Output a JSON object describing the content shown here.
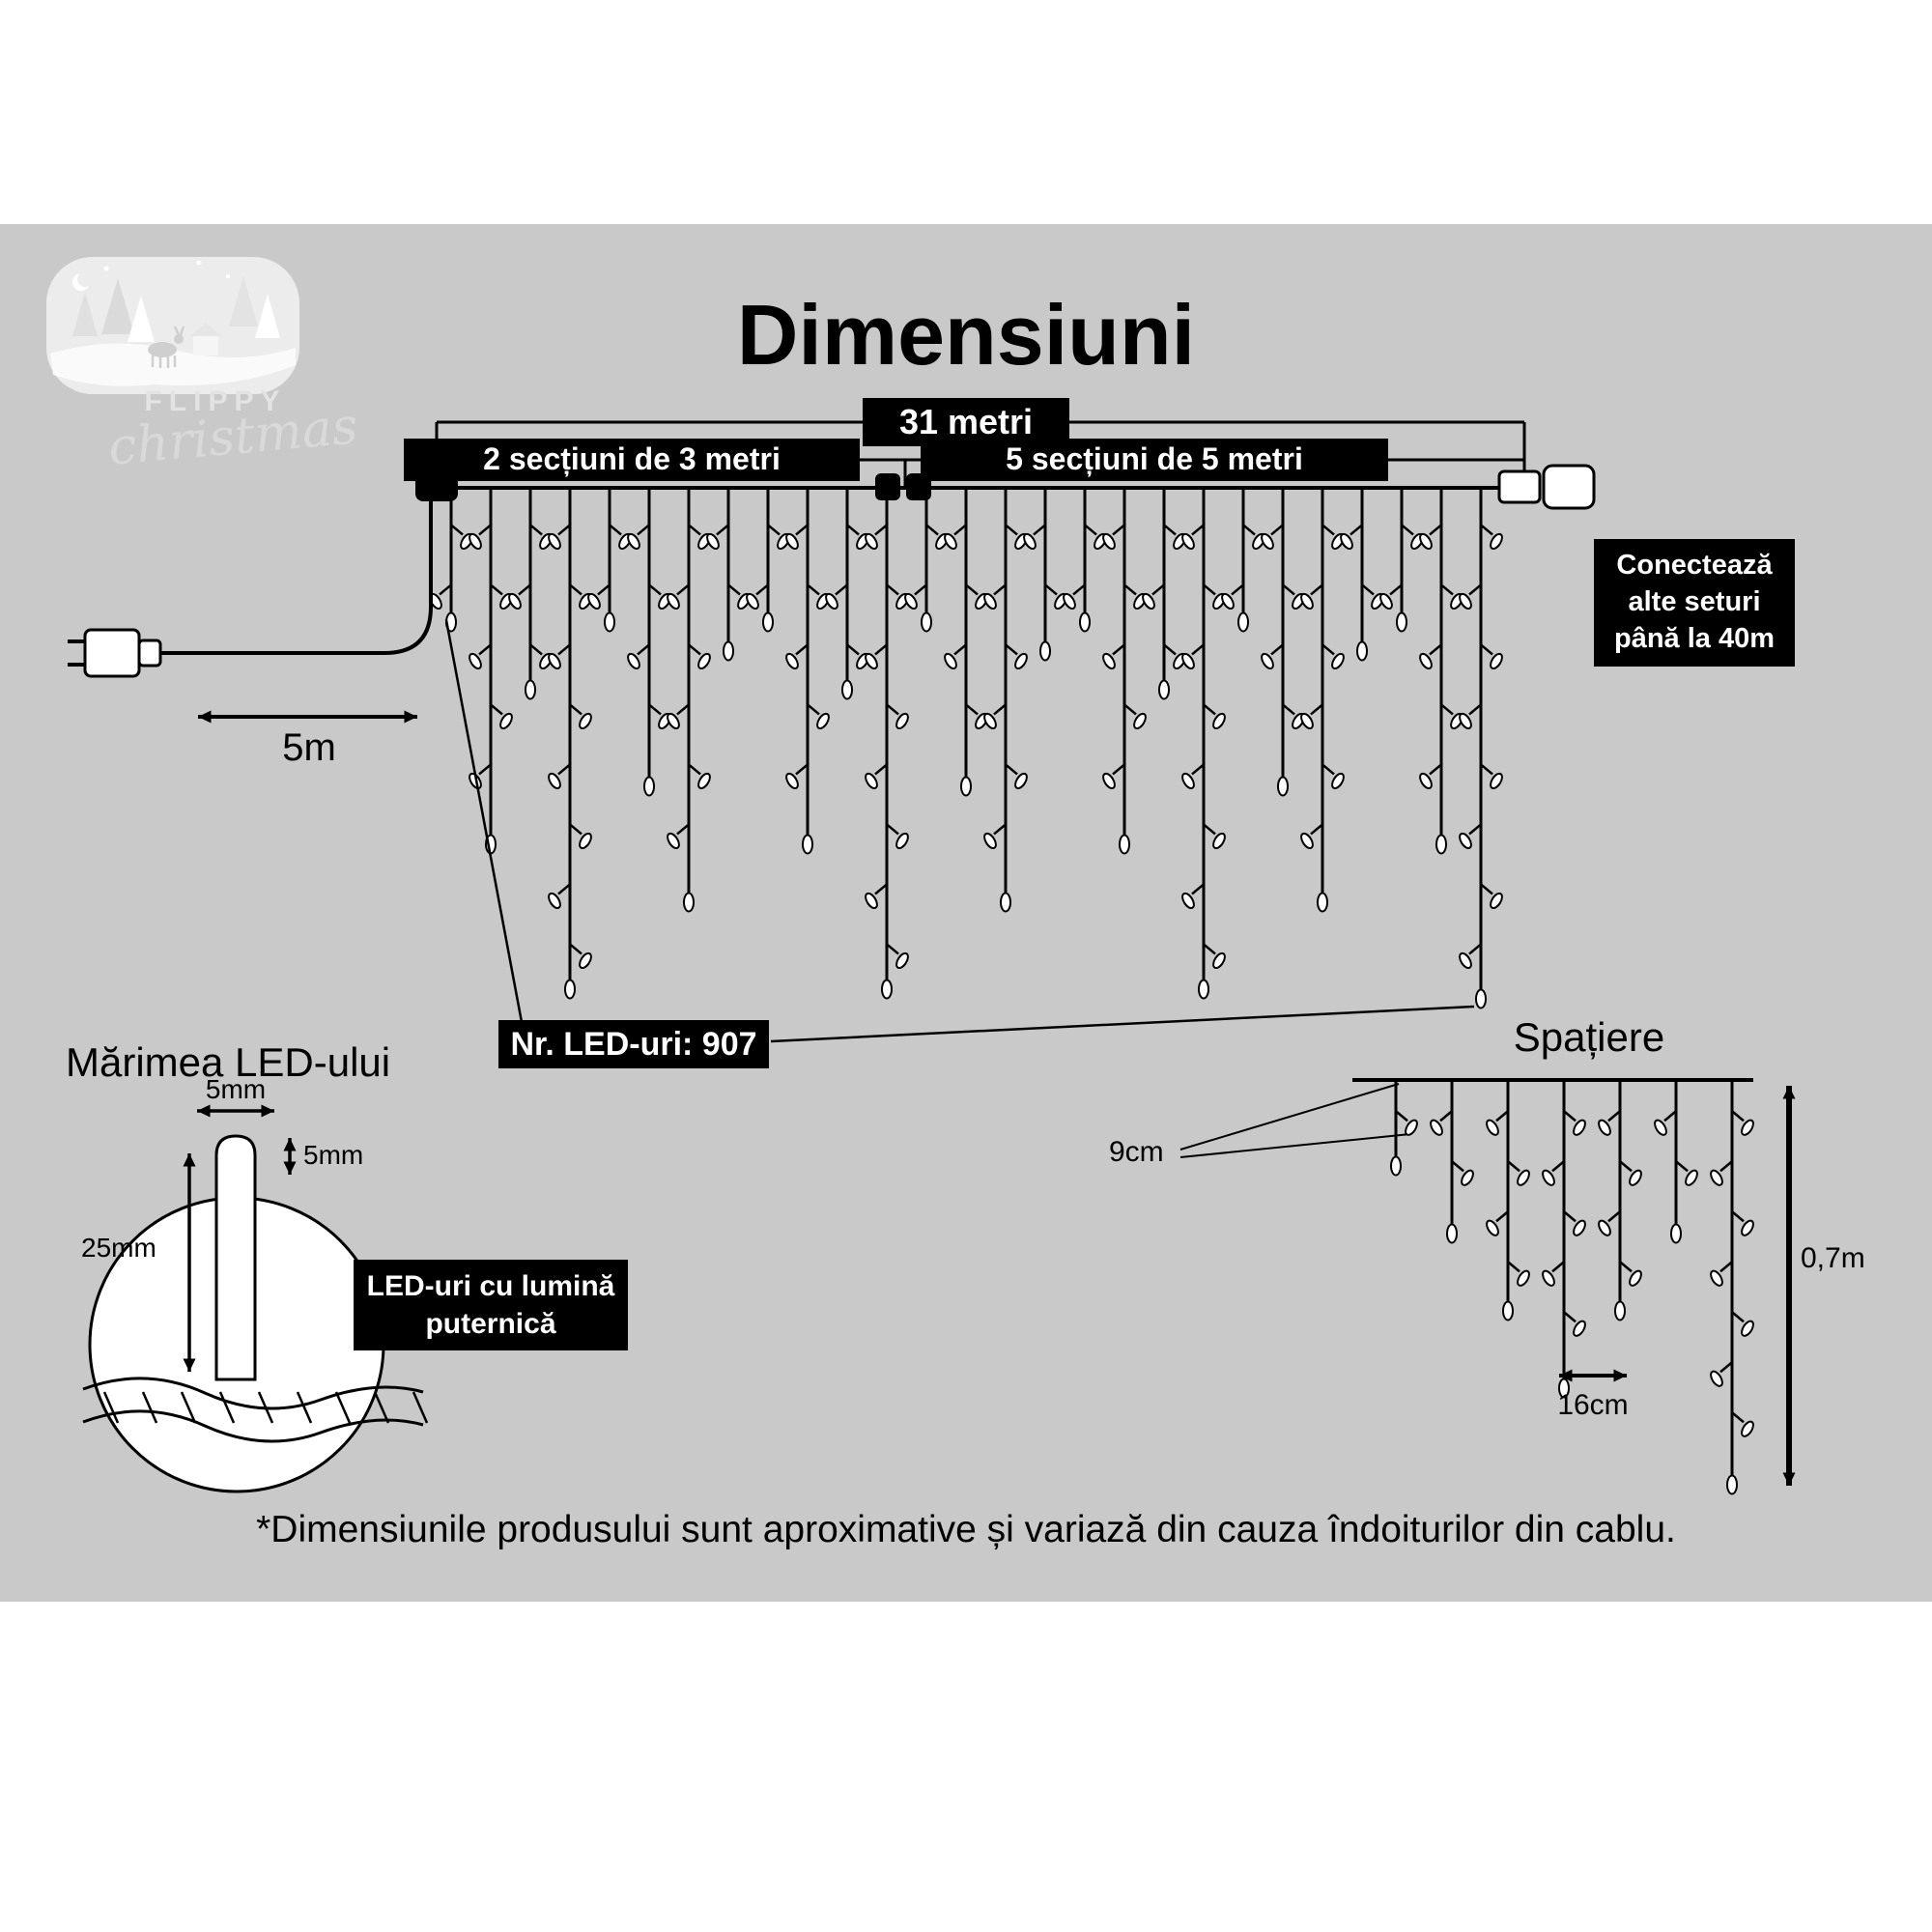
{
  "colors": {
    "band": "#c9c9c9",
    "box_bg": "#000000",
    "box_text": "#ffffff"
  },
  "title": "Dimensiuni",
  "logo": {
    "brand": "FLIPPY",
    "script": "christmas"
  },
  "string_diagram": {
    "total_label": "31 metri",
    "left_section": "2 secțiuni de 3 metri",
    "right_section": "5 secțiuni de 5 metri",
    "connect_line1": "Conectează",
    "connect_line2": "alte seturi",
    "connect_line3": "până la 40m",
    "lead_label": "5m",
    "led_count": "Nr. LED-uri: 907"
  },
  "led_size": {
    "title": "Mărimea LED-ului",
    "width": "5mm",
    "cap_height": "5mm",
    "body_height": "25mm",
    "callout_line1": "LED-uri cu lumină",
    "callout_line2": "puternică"
  },
  "spacing": {
    "title": "Spațiere",
    "gap": "9cm",
    "led_gap": "16cm",
    "drop_height": "0,7m"
  },
  "footnote": "*Dimensiunile produsului sunt aproximative și variază din cauza îndoiturilor din cablu."
}
